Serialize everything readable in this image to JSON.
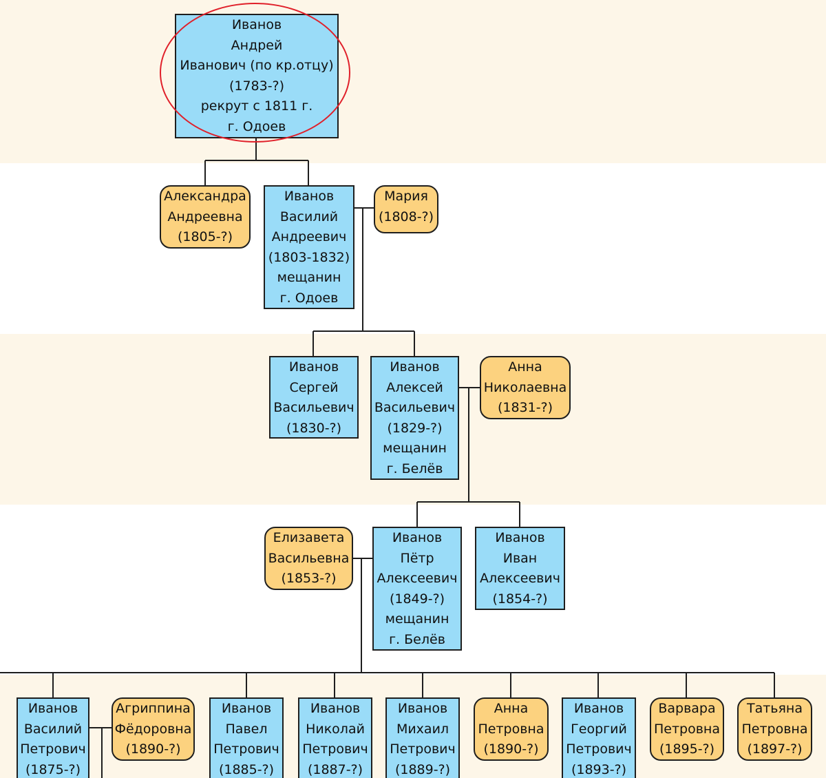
{
  "colors": {
    "band": "#fdf6e8",
    "male": "#9adcf8",
    "female": "#fcd27f",
    "line": "#1e1e1e",
    "highlight": "#e0202a"
  },
  "persons": {
    "andrey": [
      "Иванов",
      "Андрей",
      "Иванович (по кр.отцу)",
      "(1783-?)",
      "рекрут с 1811 г.",
      "г. Одоев"
    ],
    "aleksandra": [
      "Александра",
      "Андреевна",
      "(1805-?)"
    ],
    "vasiliy": [
      "Иванов",
      "Василий",
      "Андреевич",
      "(1803-1832)",
      "мещанин",
      "г. Одоев"
    ],
    "mariya": [
      "Мария",
      "(1808-?)"
    ],
    "sergey": [
      "Иванов",
      "Сергей",
      "Васильевич",
      "(1830-?)"
    ],
    "aleksey": [
      "Иванов",
      "Алексей",
      "Васильевич",
      "(1829-?)",
      "мещанин",
      "г. Белёв"
    ],
    "anna_n": [
      "Анна",
      "Николаевна",
      "(1831-?)"
    ],
    "elizaveta": [
      "Елизавета",
      "Васильевна",
      "(1853-?)"
    ],
    "petr": [
      "Иванов",
      "Пётр",
      "Алексеевич",
      "(1849-?)",
      "мещанин",
      "г. Белёв"
    ],
    "ivan": [
      "Иванов",
      "Иван",
      "Алексеевич",
      "(1854-?)"
    ],
    "vasiliy_p": [
      "Иванов",
      "Василий",
      "Петрович",
      "(1875-?)"
    ],
    "agrippina": [
      "Агриппина",
      "Фёдоровна",
      "(1890-?)"
    ],
    "pavel": [
      "Иванов",
      "Павел",
      "Петрович",
      "(1885-?)"
    ],
    "nikolay": [
      "Иванов",
      "Николай",
      "Петрович",
      "(1887-?)"
    ],
    "mikhail": [
      "Иванов",
      "Михаил",
      "Петрович",
      "(1889-?)"
    ],
    "anna_p": [
      "Анна",
      "Петровна",
      "(1890-?)"
    ],
    "georgiy": [
      "Иванов",
      "Георгий",
      "Петрович",
      "(1893-?)"
    ],
    "varvara": [
      "Варвара",
      "Петровна",
      "(1895-?)"
    ],
    "tatyana": [
      "Татьяна",
      "Петровна",
      "(1897-?)"
    ]
  }
}
